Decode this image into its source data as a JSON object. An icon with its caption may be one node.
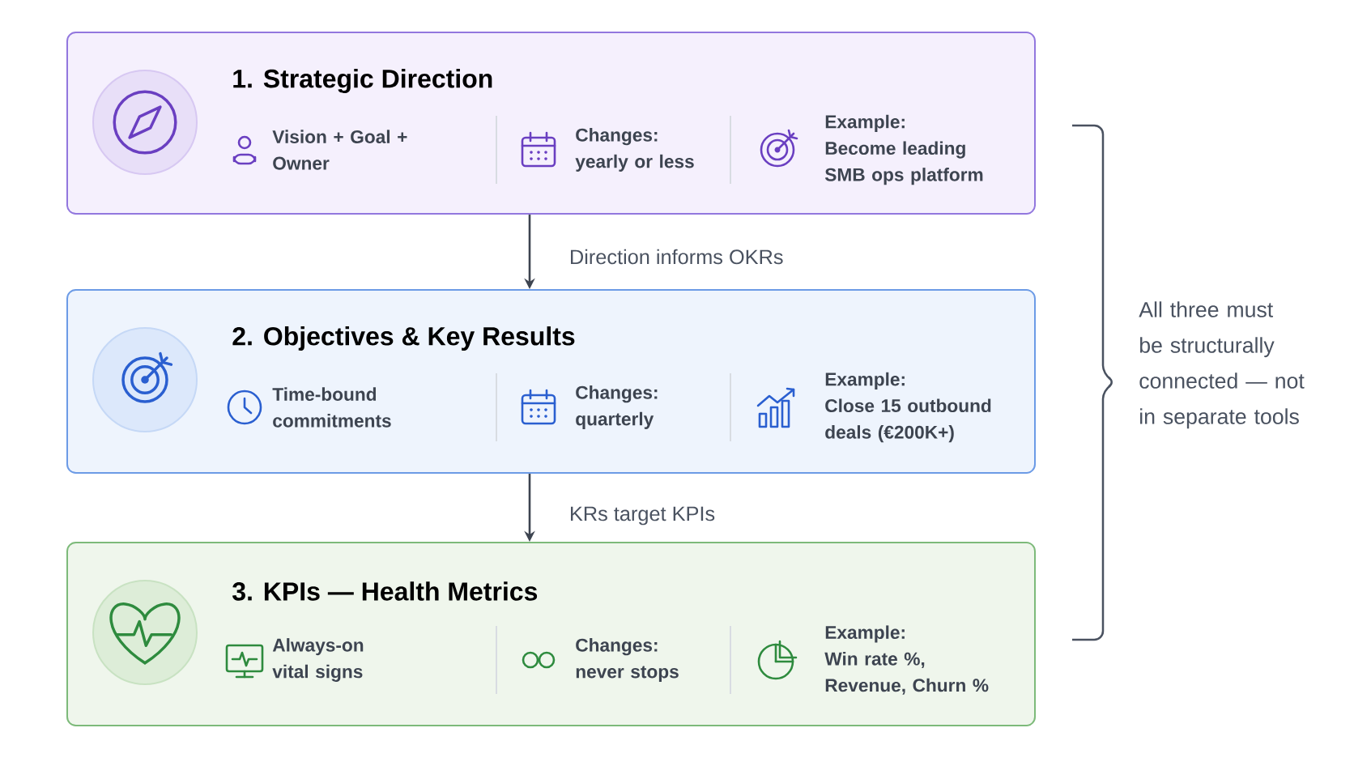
{
  "diagram": {
    "nodes": [
      {
        "text": [
          "1. Strategic Direction",
          "Vision + Goal + Owner",
          "Changes:",
          "yearly or less",
          "Example:",
          "Become leading SMB ops platform"
        ]
      },
      {
        "text": [
          "2. Objectives & Key Results",
          "Time-bound",
          "commitments",
          "Changes:",
          "quarterly",
          "Example:",
          "Close 15 outbound deals (€200K+)"
        ]
      },
      {
        "text": [
          "3. KPIs — Health Metrics",
          "Always-on",
          "vital signs",
          "Changes:",
          "never stops",
          "Example:",
          "Win rate %, Revenue, Churn %"
        ]
      }
    ],
    "edges": [
      {
        "from": 0,
        "to": 1,
        "arrow": "to",
        "label": "Direction informs OKRs"
      },
      {
        "from": 1,
        "to": 2,
        "arrow": "to",
        "label": "KRs target KPIs"
      }
    ],
    "labels": [
      "All three must be structurally connected — not in separate tools"
    ]
  }
}
